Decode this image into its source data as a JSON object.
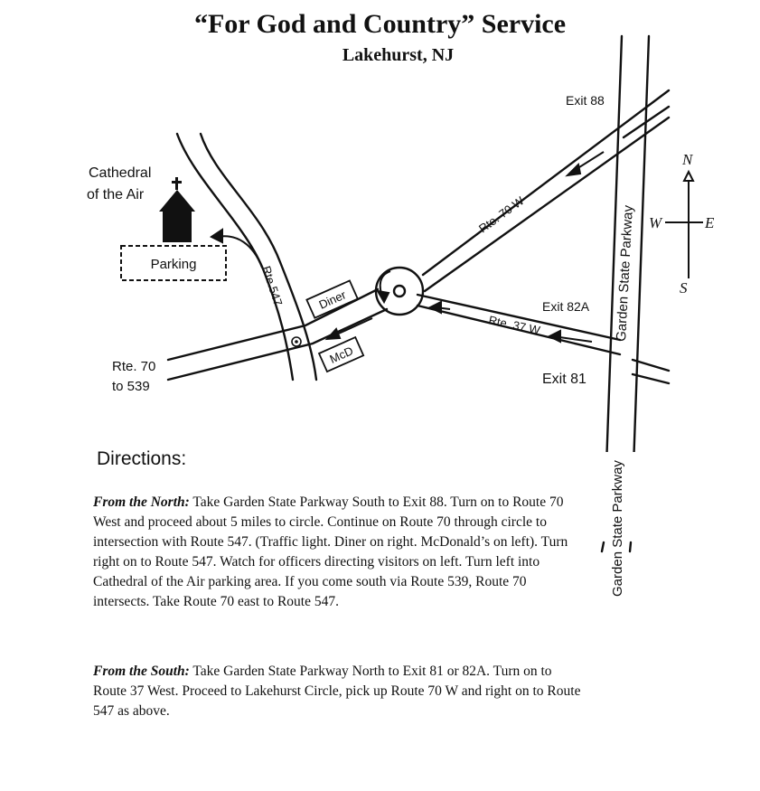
{
  "header": {
    "title": "“For God and Country” Service",
    "subtitle": "Lakehurst, NJ"
  },
  "map": {
    "landmark": {
      "line1": "Cathedral",
      "line2": "of the Air"
    },
    "parking": "Parking",
    "roads": {
      "rte547": "Rte.547",
      "rte70w": "Rte. 70 W",
      "rte37w": "Rte. 37 W",
      "rte70_to_539_line1": "Rte. 70",
      "rte70_to_539_line2": "to 539",
      "gsp_upper": "Garden State Parkway",
      "gsp_lower": "Garden State Parkway"
    },
    "exits": {
      "exit88": "Exit 88",
      "exit82a": "Exit 82A",
      "exit81": "Exit 81"
    },
    "businesses": {
      "diner": "Diner",
      "mcd": "McD"
    },
    "compass": {
      "n": "N",
      "s": "S",
      "e": "E",
      "w": "W"
    }
  },
  "directions": {
    "heading": "Directions:",
    "north": {
      "lead": "From the North:",
      "text": " Take Garden State Parkway South to Exit 88. Turn on to Route 70 West and proceed about 5 miles to circle. Continue on Route 70 through circle to intersection with Route 547. (Traffic light. Diner on right. McDonald’s on left). Turn right on to Route 547. Watch for officers directing visitors on left. Turn left into Cathedral of the Air parking area. If you come south via Route 539, Route 70 intersects. Take Route 70 east to Route 547."
    },
    "south": {
      "lead": "From the South:",
      "text": " Take Garden State Parkway North to Exit 81 or 82A. Turn on to Route 37 West. Proceed to Lakehurst Circle, pick up Route 70 W and right on to Route 547 as above."
    }
  },
  "colors": {
    "ink": "#111111",
    "paper": "#ffffff"
  }
}
